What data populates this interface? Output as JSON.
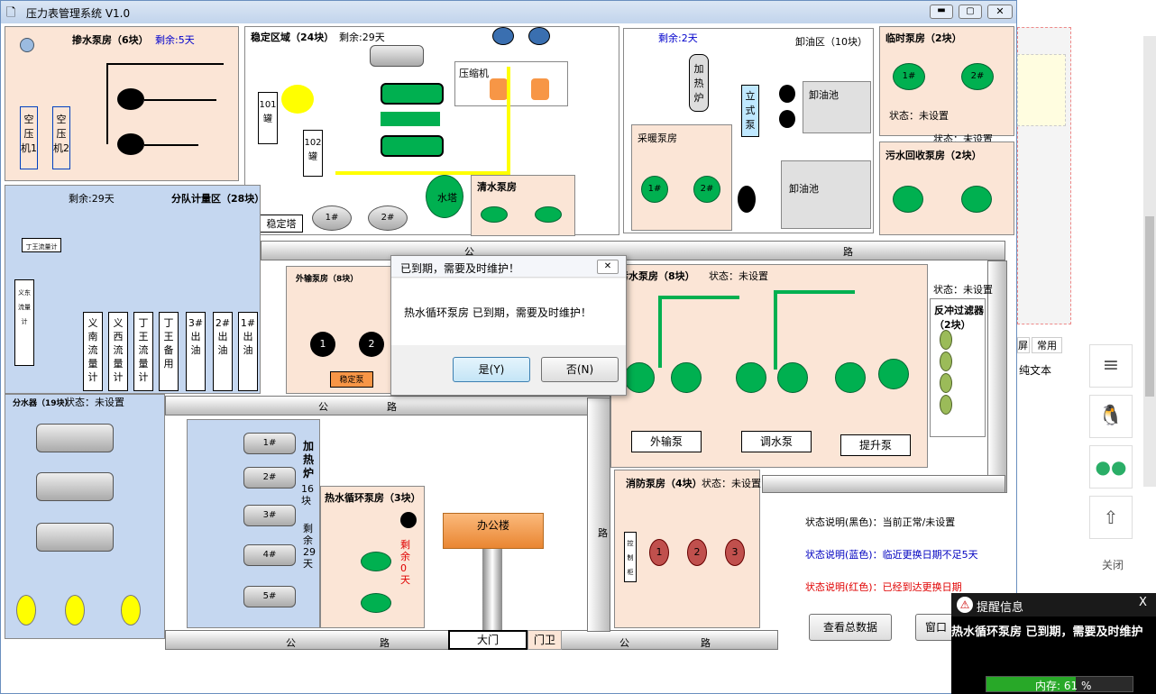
{
  "window": {
    "title": "压力表管理系统 V1.0"
  },
  "rooms": {
    "chanshui": {
      "title": "掺水泵房（6块）",
      "remain": "剩余:5天",
      "air1": "空压机1",
      "air2": "空压机2"
    },
    "wending": {
      "title": "稳定区域（24块）",
      "remain": "剩余:29天",
      "compressor": "压缩机",
      "clean": "清水泵房",
      "tower": "水塔",
      "tank1": "1#",
      "tank2": "2#",
      "stab": "稳定塔",
      "w101": "101罐",
      "w102": "102罐"
    },
    "xieyou": {
      "title": "卸油区（10块）",
      "remain": "剩余:2天",
      "heater": "加热炉",
      "vpump": "立式泵",
      "pool1": "卸油池",
      "pool2": "卸油池",
      "heating": "采暖泵房",
      "p1": "1#",
      "p2": "2#"
    },
    "linshi": {
      "title": "临时泵房（2块）",
      "status": "状态：未设置",
      "p1": "1#",
      "p2": "2#"
    },
    "wushui": {
      "title": "污水回收泵房（2块）",
      "status": "状态：未设置"
    },
    "fendui": {
      "title": "分队计量区（28块）",
      "remain": "剩余:29天",
      "flow": [
        "义南流量计",
        "义西流量计",
        "丁王流量计",
        "丁王备用",
        "3#出油",
        "2#出油",
        "1#出油"
      ],
      "small1": "丁王流量计",
      "small2": "义东流量计"
    },
    "fenshui": {
      "title": "分水器（19块）",
      "status": "状态：未设置"
    },
    "waishu": {
      "title": "外输泵房（8块）",
      "p1": "1",
      "p2": "2",
      "stable": "稳定泵"
    },
    "wushui2": {
      "title": "污水泵房（8块）",
      "status": "状态：未设置",
      "labels": [
        "外输泵",
        "调水泵",
        "提升泵"
      ]
    },
    "fanchong": {
      "status": "状态：未设置",
      "title": "反冲过滤器（2块）"
    },
    "jiare": {
      "title": "加热炉",
      "count": "16块",
      "remain": "剩余29天",
      "items": [
        "1#",
        "2#",
        "3#",
        "4#",
        "5#"
      ]
    },
    "reshui": {
      "title": "热水循环泵房（3块）",
      "remain": "剩余0天"
    },
    "xiaofang": {
      "title": "消防泵房（4块）",
      "status": "状态：未设置",
      "p": [
        "1",
        "2",
        "3"
      ],
      "panel": "控制柜"
    },
    "office": "办公楼",
    "gate": "大门",
    "guard": "门卫"
  },
  "road": {
    "gong": "公",
    "lu": "路"
  },
  "legend": {
    "black": "状态说明(黑色)：当前正常/未设置",
    "blue": "状态说明(蓝色)：临近更换日期不足5天",
    "red": "状态说明(红色)：已经到达更换日期"
  },
  "buttons": {
    "total": "查看总数据",
    "window": "窗口"
  },
  "dialog": {
    "title": "已到期，需要及时维护！",
    "message": "热水循环泵房 已到期，需要及时维护！",
    "yes": "是(Y)",
    "no": "否(N)"
  },
  "bg": {
    "tab1": "屏",
    "tab2": "常用",
    "text": "纯文本",
    "close": "关闭"
  },
  "toast": {
    "title": "提醒信息",
    "message": "热水循环泵房 已到期，需要及时维护",
    "mem": "内存: 61 %",
    "mem_pct": 61
  }
}
